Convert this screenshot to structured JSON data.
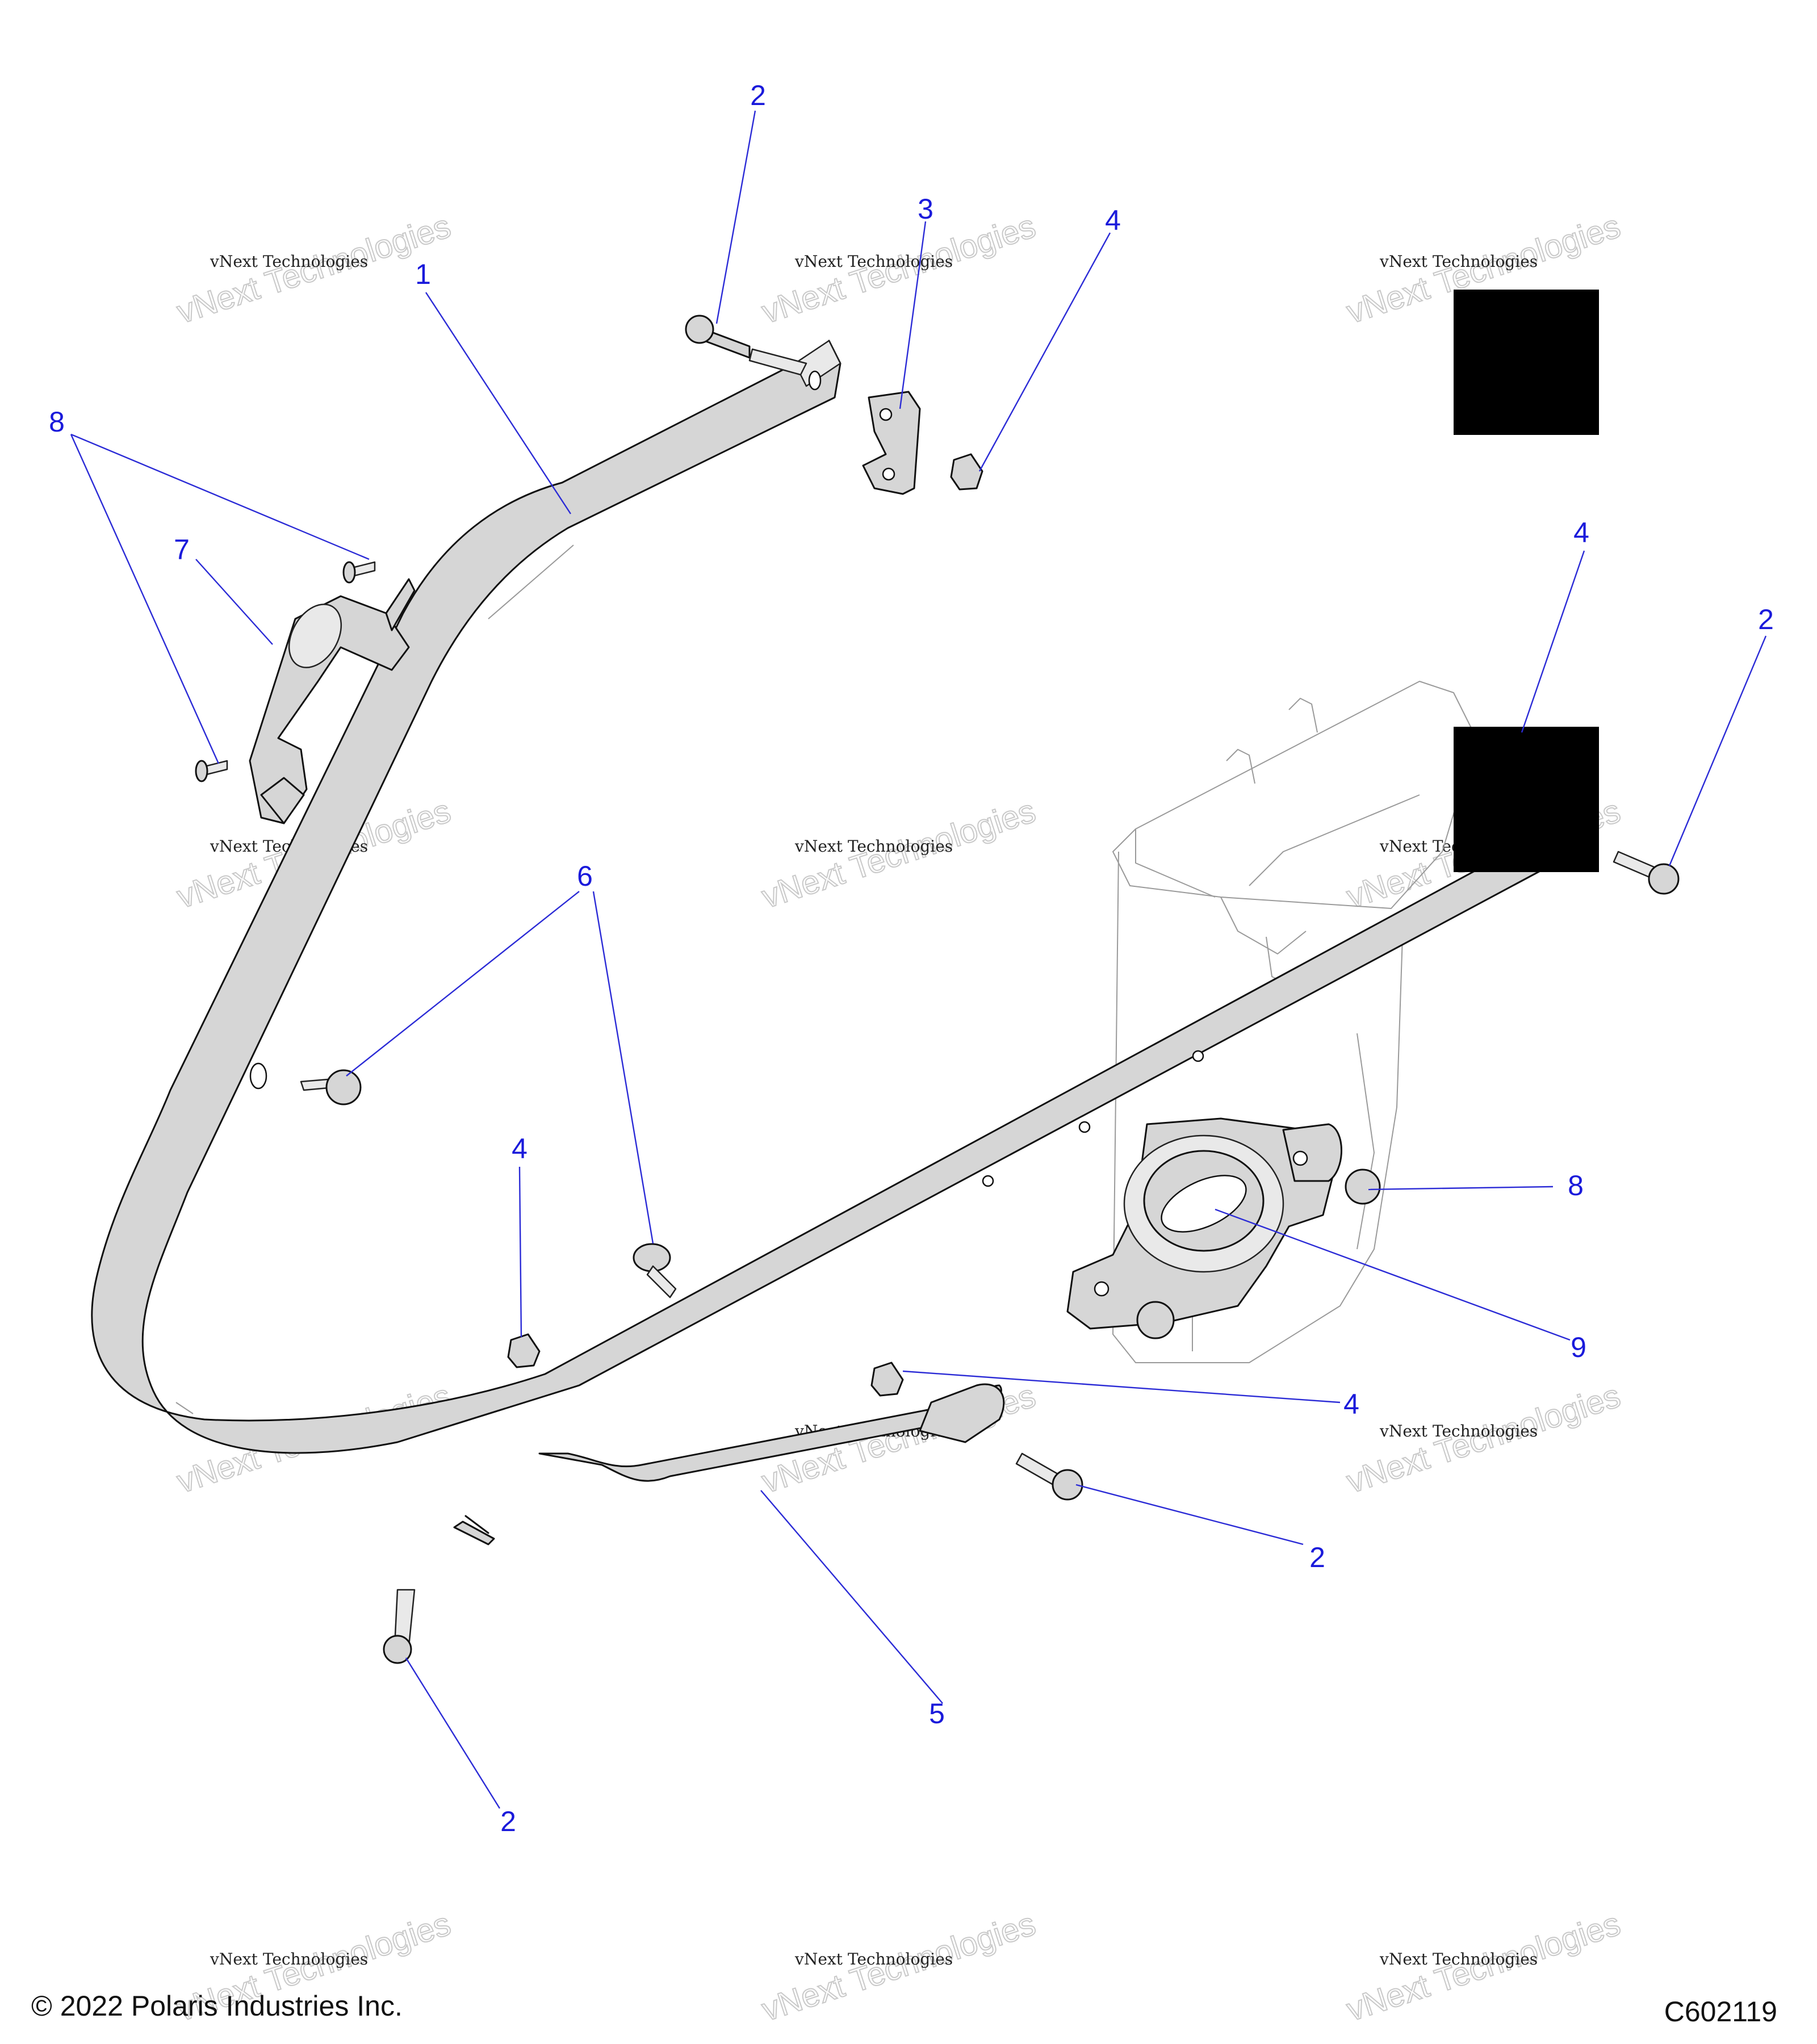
{
  "callouts": [
    {
      "label": "1"
    },
    {
      "label": "2"
    },
    {
      "label": "2"
    },
    {
      "label": "2"
    },
    {
      "label": "2"
    },
    {
      "label": "3"
    },
    {
      "label": "4"
    },
    {
      "label": "4"
    },
    {
      "label": "4"
    },
    {
      "label": "4"
    },
    {
      "label": "5"
    },
    {
      "label": "6"
    },
    {
      "label": "7"
    },
    {
      "label": "8"
    },
    {
      "label": "8"
    },
    {
      "label": "9"
    }
  ],
  "watermark": {
    "line1": "vNext Technologies",
    "line2": "vNext Technologies"
  },
  "footer": {
    "copyright": "© 2022 Polaris Industries Inc.",
    "drawing_id": "C602119"
  },
  "colors": {
    "callout": "#1a1adb",
    "leader": "#2b2bd6",
    "part_fill": "#d6d6d6",
    "redaction": "#000000"
  }
}
